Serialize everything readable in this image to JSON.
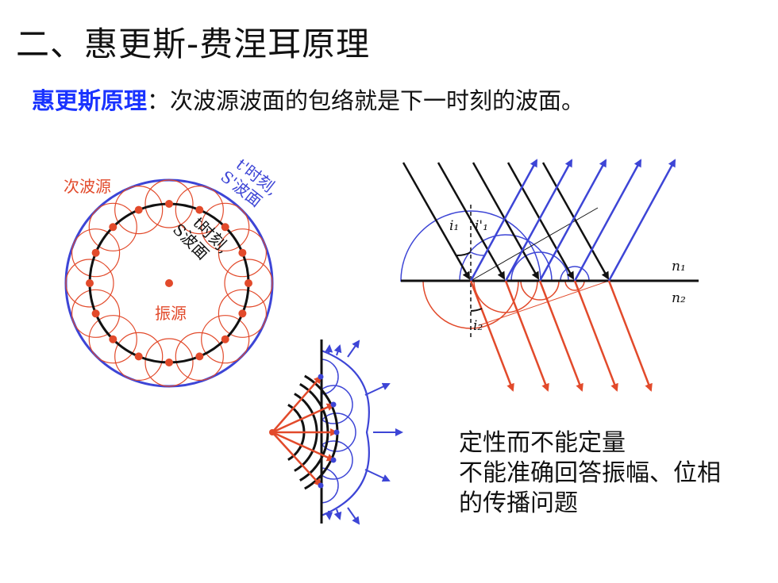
{
  "title": "二、惠更斯-费涅耳原理",
  "principle": {
    "term": "惠更斯原理",
    "text": "：次波源波面的包络就是下一时刻的波面。"
  },
  "figure1": {
    "secondary_source": "次波源",
    "outer_line1": "t'时刻,",
    "outer_line2": "S'波面",
    "inner_line1": "t时刻,",
    "inner_line2": "S波面",
    "vibration_source": "振源"
  },
  "figure2": {
    "angle_i1": "i₁",
    "angle_i1_prime": "i'₁",
    "angle_i2": "i₂",
    "medium_n1": "n₁",
    "medium_n2": "n₂"
  },
  "note": {
    "line1": "定性而不能定量",
    "line2": "不能准确回答振幅、位相",
    "line3": "的传播问题"
  },
  "colors": {
    "red": "#e24a2b",
    "blue": "#3d45d6",
    "black": "#111111"
  }
}
